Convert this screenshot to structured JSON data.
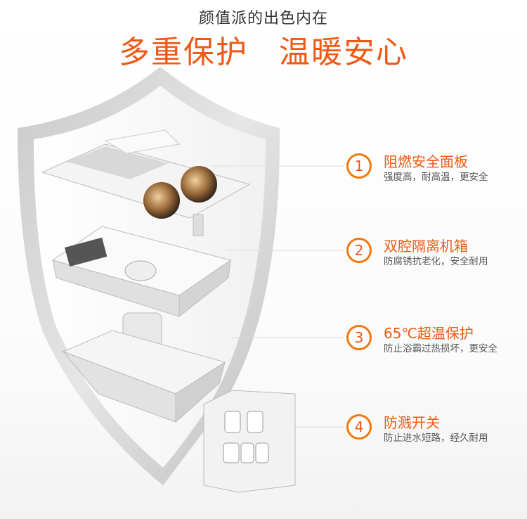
{
  "header": {
    "subtitle": "颜值派的出色内在",
    "title_part1": "多重保护",
    "title_part2": "温暖安心"
  },
  "features": [
    {
      "number": "1",
      "title": "阻燃安全面板",
      "desc": "强度高，耐高温，更安全"
    },
    {
      "number": "2",
      "title": "双腔隔离机箱",
      "desc": "防腐锈抗老化，安全耐用"
    },
    {
      "number": "3",
      "title": "65℃超温保护",
      "desc": "防止浴霸过热损坏，更安全"
    },
    {
      "number": "4",
      "title": "防溅开关",
      "desc": "防止进水短路，经久耐用"
    }
  ],
  "colors": {
    "accent": "#ee5a16",
    "circle": "#f07810"
  }
}
